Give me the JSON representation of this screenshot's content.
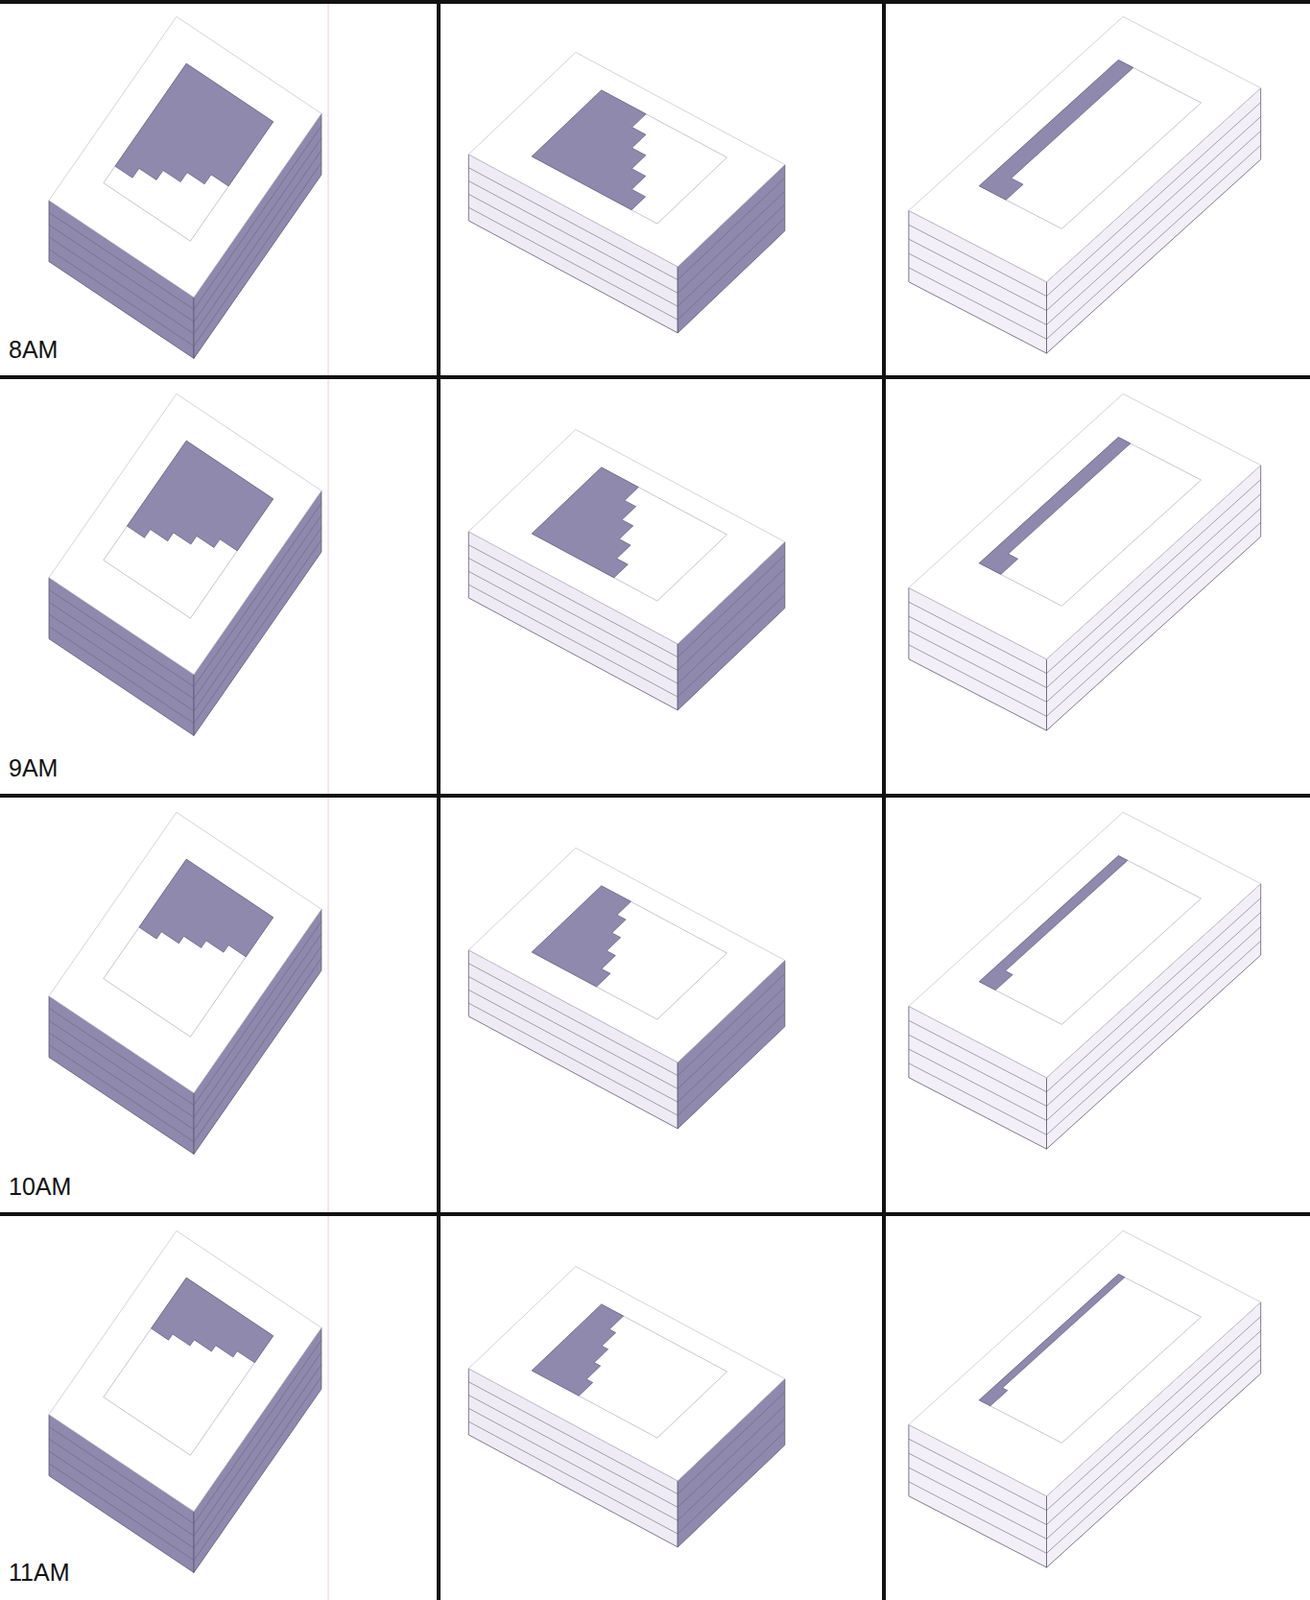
{
  "diagram": {
    "labels": [
      "8AM",
      "9AM",
      "10AM",
      "11AM"
    ]
  }
}
